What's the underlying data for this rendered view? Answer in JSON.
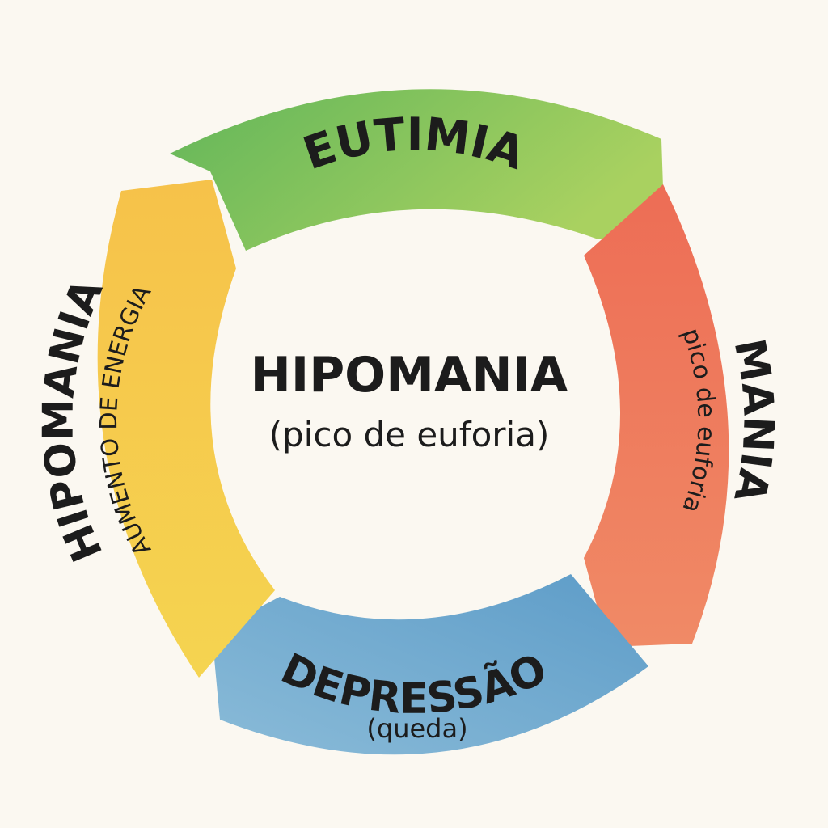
{
  "center": {
    "title": "HIPOMANIA",
    "subtitle": "(pico de euforia)"
  },
  "segments": {
    "eutimia": {
      "label": "EUTIMIA",
      "color_start": "#62b65a",
      "color_end": "#a9d160"
    },
    "mania": {
      "label": "MANIA",
      "sublabel": "pico de euforia",
      "color_start": "#ed6d55",
      "color_end": "#f08a66"
    },
    "depressao": {
      "label": "DEPRESSÃO",
      "sublabel": "(queda)",
      "color_start": "#5d9cc8",
      "color_end": "#8abbd8"
    },
    "hipomania": {
      "label": "HIPOMANIA",
      "sublabel": "AUMENTO DE ENERGIA",
      "color_start": "#f5d450",
      "color_end": "#f6c24a"
    }
  }
}
